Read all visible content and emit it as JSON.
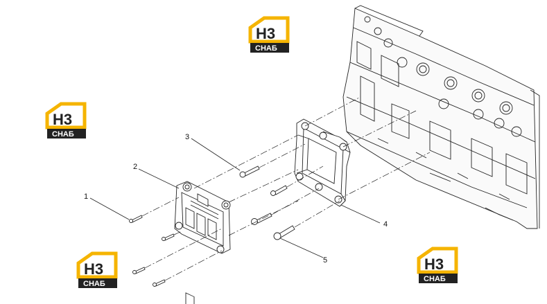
{
  "callouts": [
    {
      "id": "1",
      "label": "1"
    },
    {
      "id": "2",
      "label": "2"
    },
    {
      "id": "3",
      "label": "3"
    },
    {
      "id": "4",
      "label": "4"
    },
    {
      "id": "5",
      "label": "5"
    }
  ],
  "logo": {
    "top_text": "H3",
    "bottom_text": "СНАБ",
    "accent_color": "#f5b400",
    "dark_color": "#222222"
  },
  "colors": {
    "line": "#222222",
    "background": "#ffffff"
  }
}
